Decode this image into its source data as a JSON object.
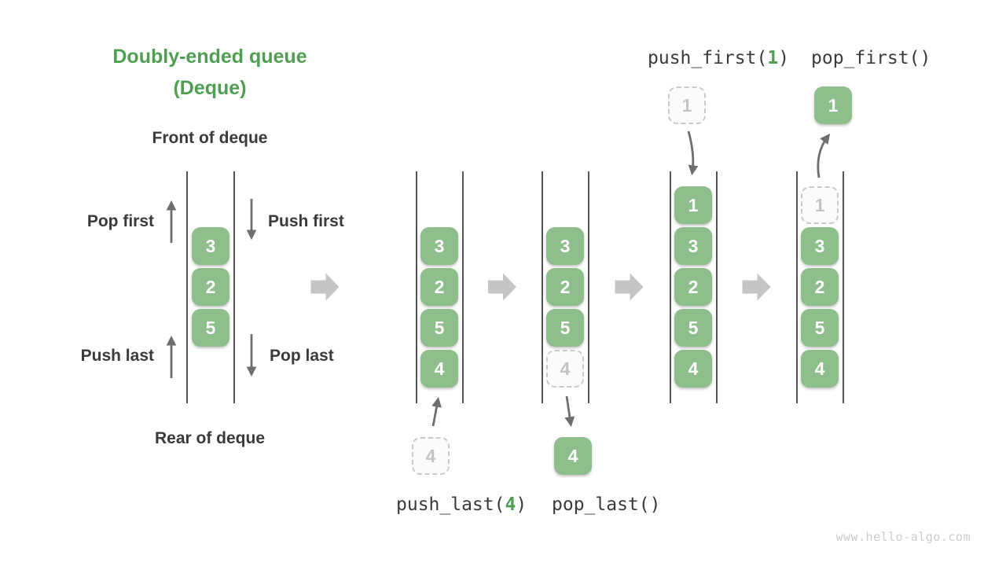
{
  "title": {
    "line1": "Doubly-ended queue",
    "line2": "(Deque)"
  },
  "labels": {
    "front": "Front of deque",
    "rear": "Rear of deque",
    "pop_first": "Pop first",
    "push_first": "Push first",
    "push_last": "Push last",
    "pop_last": "Pop last"
  },
  "operations": {
    "push_first": {
      "prefix": "push_first(",
      "arg": "1",
      "suffix": ")"
    },
    "pop_first": {
      "text": "pop_first()"
    },
    "push_last": {
      "prefix": "push_last(",
      "arg": "4",
      "suffix": ")"
    },
    "pop_last": {
      "text": "pop_last()"
    }
  },
  "queues": [
    {
      "name": "initial-deque",
      "cells": [
        {
          "value": "3",
          "style": "filled"
        },
        {
          "value": "2",
          "style": "filled"
        },
        {
          "value": "5",
          "style": "filled"
        }
      ]
    },
    {
      "name": "after-push-last",
      "cells": [
        {
          "value": "3",
          "style": "filled"
        },
        {
          "value": "2",
          "style": "filled"
        },
        {
          "value": "5",
          "style": "filled"
        },
        {
          "value": "4",
          "style": "filled"
        }
      ]
    },
    {
      "name": "after-pop-last",
      "cells": [
        {
          "value": "3",
          "style": "filled"
        },
        {
          "value": "2",
          "style": "filled"
        },
        {
          "value": "5",
          "style": "filled"
        },
        {
          "value": "4",
          "style": "ghost"
        }
      ]
    },
    {
      "name": "after-push-first",
      "cells": [
        {
          "value": "1",
          "style": "filled"
        },
        {
          "value": "3",
          "style": "filled"
        },
        {
          "value": "2",
          "style": "filled"
        },
        {
          "value": "5",
          "style": "filled"
        },
        {
          "value": "4",
          "style": "filled"
        }
      ]
    },
    {
      "name": "after-pop-first",
      "cells": [
        {
          "value": "1",
          "style": "ghost"
        },
        {
          "value": "3",
          "style": "filled"
        },
        {
          "value": "2",
          "style": "filled"
        },
        {
          "value": "5",
          "style": "filled"
        },
        {
          "value": "4",
          "style": "filled"
        }
      ]
    }
  ],
  "floating": {
    "push_last_source": {
      "value": "4",
      "style": "ghost"
    },
    "pop_last_result": {
      "value": "4",
      "style": "filled"
    },
    "push_first_source": {
      "value": "1",
      "style": "ghost"
    },
    "pop_first_result": {
      "value": "1",
      "style": "filled"
    }
  },
  "watermark": {
    "text": "www.hello-algo.com"
  },
  "colors": {
    "accent_green": "#4F9E52",
    "cell_green": "#8DBE8B",
    "cell_text": "#FFFFFF",
    "ghost_border": "#C9C9C9",
    "ghost_text": "#C4C4C4",
    "thin_arrow_gray": "#6E6E6E",
    "block_arrow_gray": "#C5C5C5",
    "label_dark": "#3A3A3A",
    "watermark_gray": "#CCCCCC"
  }
}
